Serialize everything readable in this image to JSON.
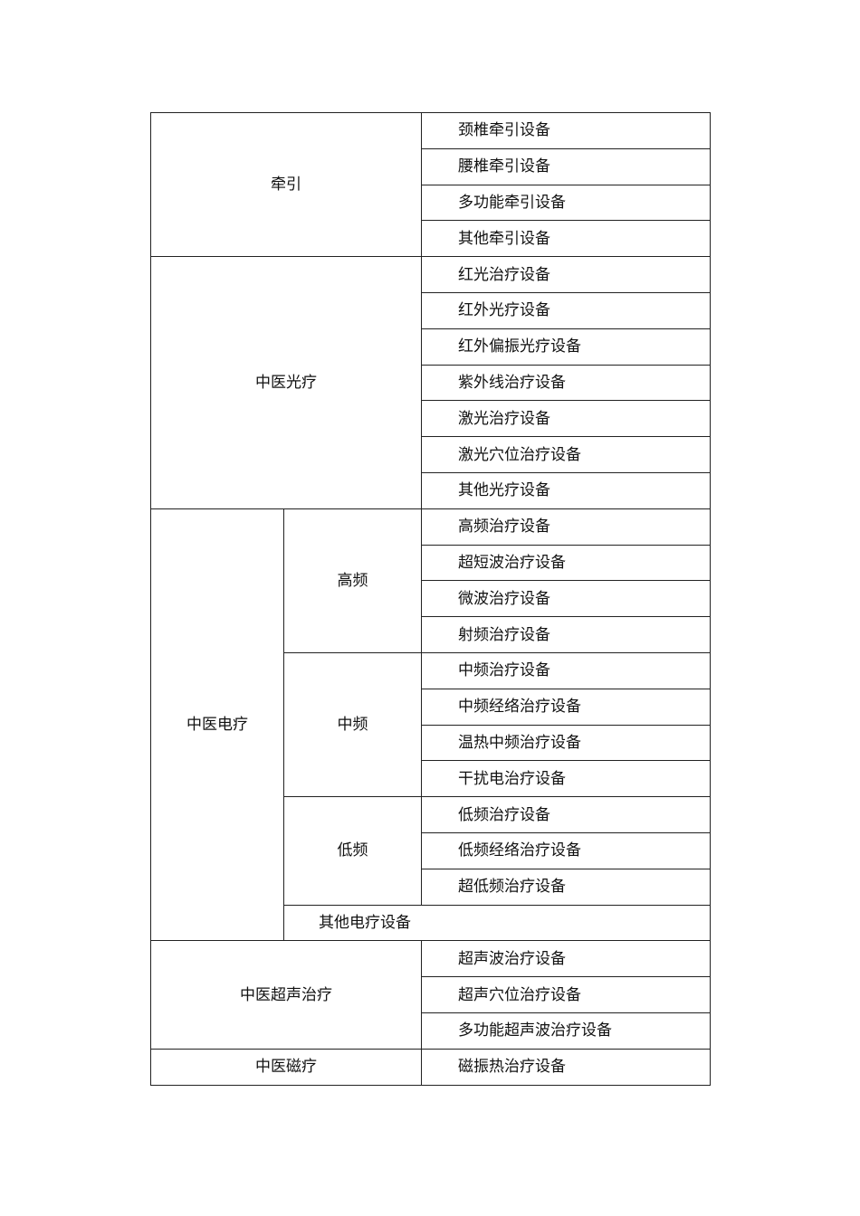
{
  "table": {
    "groups": {
      "traction": {
        "label": "牵引",
        "items": [
          "颈椎牵引设备",
          "腰椎牵引设备",
          "多功能牵引设备",
          "其他牵引设备"
        ]
      },
      "light": {
        "label": "中医光疗",
        "items": [
          "红光治疗设备",
          "红外光疗设备",
          "红外偏振光疗设备",
          "紫外线治疗设备",
          "激光治疗设备",
          "激光穴位治疗设备",
          "其他光疗设备"
        ]
      },
      "electro": {
        "label": "中医电疗",
        "high": {
          "label": "高频",
          "items": [
            "高频治疗设备",
            "超短波治疗设备",
            "微波治疗设备",
            "射频治疗设备"
          ]
        },
        "mid": {
          "label": "中频",
          "items": [
            "中频治疗设备",
            "中频经络治疗设备",
            "温热中频治疗设备",
            "干扰电治疗设备"
          ]
        },
        "low": {
          "label": "低频",
          "items": [
            "低频治疗设备",
            "低频经络治疗设备",
            "超低频治疗设备"
          ]
        },
        "other": "其他电疗设备"
      },
      "ultrasound": {
        "label": "中医超声治疗",
        "items": [
          "超声波治疗设备",
          "超声穴位治疗设备",
          "多功能超声波治疗设备"
        ]
      },
      "magnetic": {
        "label": "中医磁疗",
        "items": [
          "磁振热治疗设备"
        ]
      }
    }
  }
}
